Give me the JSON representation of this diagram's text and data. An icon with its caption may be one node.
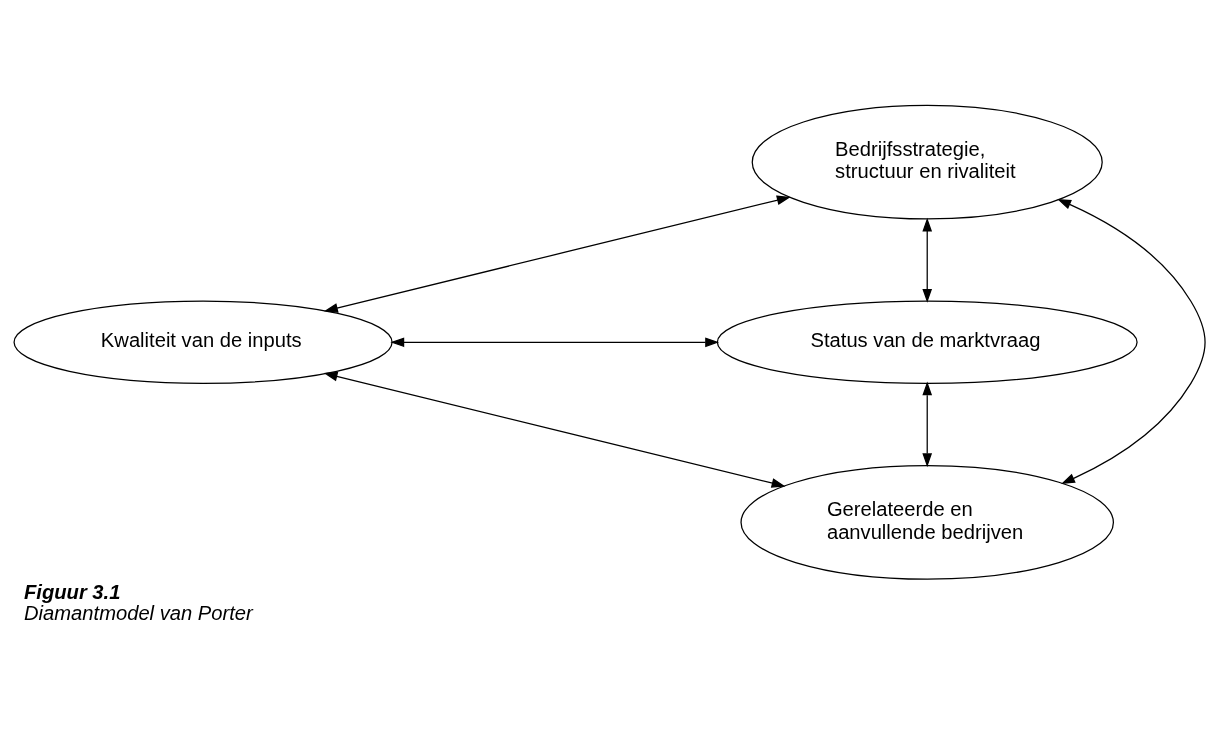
{
  "diagram": {
    "title": "Figuur 3.1",
    "caption": "Diamantmodel van Porter",
    "nodes": [
      {
        "text": [
          "Bedrijfsstrategie, structuur en rivaliteit"
        ]
      },
      {
        "text": [
          "Kwaliteit van de inputs"
        ]
      },
      {
        "text": [
          "Status van de marktvraag"
        ]
      },
      {
        "text": [
          "Gerelateerde en aanvullende bedrijven"
        ]
      }
    ],
    "edges": [
      {
        "from": 0,
        "to": 1,
        "arrow": "both"
      },
      {
        "from": 0,
        "to": 2,
        "arrow": "both"
      },
      {
        "from": 1,
        "to": 2,
        "arrow": "both"
      },
      {
        "from": 0,
        "to": 3,
        "arrow": "both"
      },
      {
        "from": 1,
        "to": 3,
        "arrow": "both"
      },
      {
        "from": 2,
        "to": 3,
        "arrow": "both"
      }
    ]
  }
}
